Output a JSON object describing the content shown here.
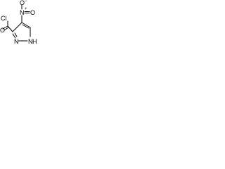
{
  "molecule": {
    "atoms": {
      "chlorine": "Cl",
      "carbonyl_oxygen": "O",
      "nitro_nitrogen": "N",
      "nitro_plus": "+",
      "nitro_oxygen_top": "O",
      "nitro_minus": "−",
      "nitro_oxygen_side": "O",
      "ring_nitrogen": "N",
      "nh_nitrogen": "N",
      "nh_hydrogen": "H"
    },
    "colors": {
      "ink": "#000000",
      "background": "#ffffff"
    }
  }
}
